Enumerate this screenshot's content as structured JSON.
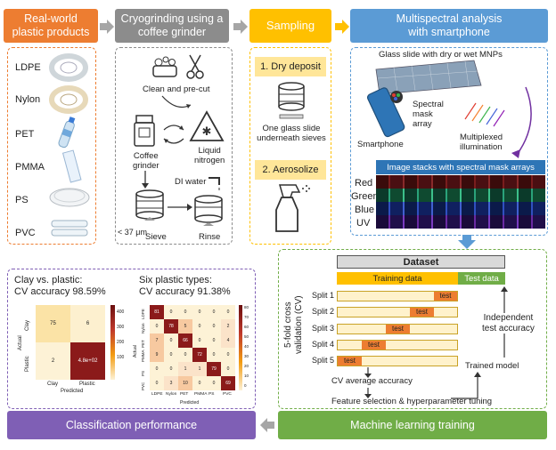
{
  "panel1": {
    "title_l1": "Real-world",
    "title_l2": "plastic products",
    "items": [
      "LDPE",
      "Nylon",
      "PET",
      "PMMA",
      "PS",
      "PVC"
    ]
  },
  "panel2": {
    "title_l1": "Cryogrinding using a",
    "title_l2": "coffee grinder",
    "clean": "Clean and pre-cut",
    "grinder_l1": "Coffee",
    "grinder_l2": "grinder",
    "nitrogen_l1": "Liquid",
    "nitrogen_l2": "nitrogen",
    "di_water": "DI water",
    "size": "< 37 μm",
    "sieve": "Sieve",
    "rinse": "Rinse"
  },
  "panel3": {
    "title": "Sampling",
    "dry": "1. Dry deposit",
    "desc_l1": "One glass slide",
    "desc_l2": "underneath sieves",
    "aero": "2. Aerosolize"
  },
  "panel4": {
    "title_l1": "Multispectral analysis",
    "title_l2": "with smartphone",
    "slide": "Glass slide with dry or wet MNPs",
    "mask_l1": "Spectral",
    "mask_l2": "mask",
    "mask_l3": "array",
    "phone": "Smartphone",
    "illum_l1": "Multiplexed",
    "illum_l2": "illumination",
    "stacks": "Image stacks with spectral mask arrays",
    "channels": [
      "Red",
      "Green",
      "Blue",
      "UV"
    ]
  },
  "panel5": {
    "title": "Machine learning training",
    "dataset": "Dataset",
    "training": "Training data",
    "testdata": "Test data",
    "cv_l1": "5-fold cross",
    "cv_l2": "validation (CV)",
    "splits": [
      "Split 1",
      "Split 2",
      "Split 3",
      "Split 4",
      "Split 5"
    ],
    "test": "test",
    "cv_avg": "CV average accuracy",
    "feature": "Feature selection & hyperparameter tuning",
    "trained": "Trained model",
    "indep_l1": "Independent",
    "indep_l2": "test accuracy"
  },
  "panel6": {
    "title": "Classification performance",
    "left_title_l1": "Clay vs. plastic:",
    "left_title_l2": "CV accuracy 98.59%",
    "right_title_l1": "Six plastic types:",
    "right_title_l2": "CV accuracy 91.38%",
    "cm1": {
      "labels": [
        "Clay",
        "Plastic"
      ],
      "cells": [
        [
          "75",
          "6"
        ],
        [
          "2",
          "4.8e+02"
        ]
      ],
      "xlabel": "Predicted",
      "ylabel": "Actual",
      "ticks": [
        "400",
        "300",
        "200",
        "100"
      ]
    },
    "cm2": {
      "labels": [
        "LDPE",
        "Nylon",
        "PET",
        "PMMA",
        "PS",
        "PVC"
      ],
      "cells": [
        [
          "81",
          "0",
          "0",
          "0",
          "0",
          "0"
        ],
        [
          "0",
          "78",
          "5",
          "0",
          "0",
          "2"
        ],
        [
          "7",
          "0",
          "66",
          "0",
          "0",
          "4"
        ],
        [
          "9",
          "0",
          "0",
          "72",
          "0",
          "0"
        ],
        [
          "0",
          "0",
          "1",
          "1",
          "79",
          "0"
        ],
        [
          "0",
          "3",
          "10",
          "0",
          "0",
          "69"
        ]
      ],
      "xlabel": "Predicted",
      "ylabel": "Actual",
      "ticks": [
        "80",
        "70",
        "60",
        "50",
        "40",
        "30",
        "20",
        "10",
        "0"
      ]
    }
  },
  "colors": {
    "orange": "#ed7d31",
    "gray": "#8c8c8c",
    "yellow": "#ffc000",
    "blue": "#5b9bd5",
    "green": "#70ad47",
    "purple": "#7f5fb5"
  }
}
